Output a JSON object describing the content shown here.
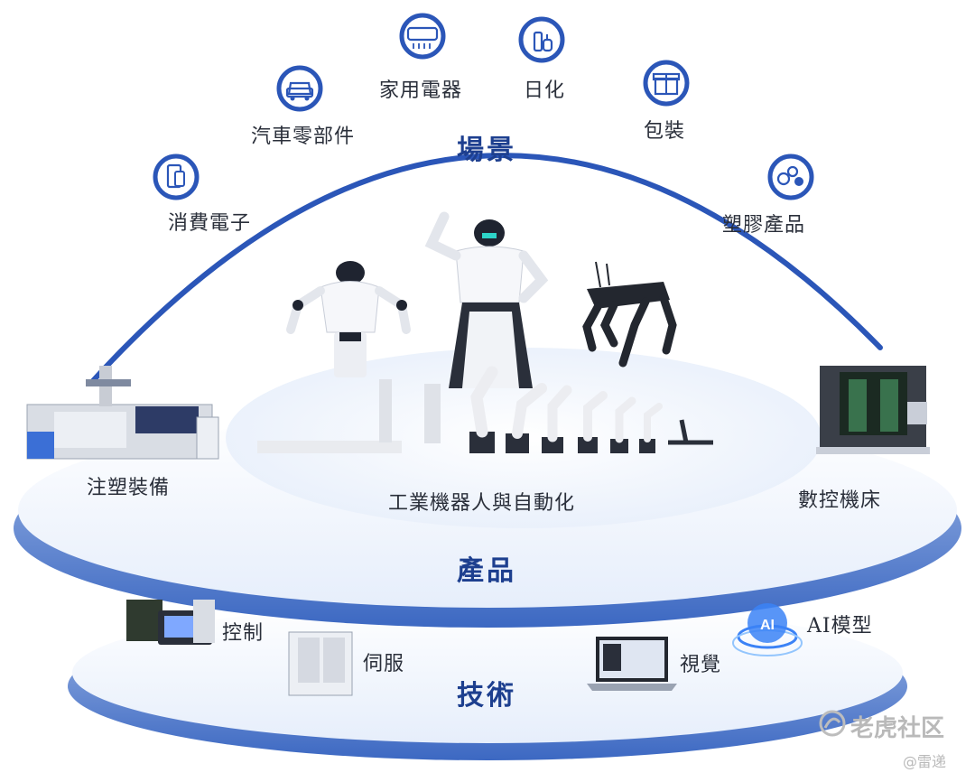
{
  "tiers": {
    "scene_title": "場景",
    "product_title": "產品",
    "tech_title": "技術"
  },
  "scenes": [
    {
      "label": "消費電子",
      "icon": "smartphone-icon"
    },
    {
      "label": "汽車零部件",
      "icon": "car-icon"
    },
    {
      "label": "家用電器",
      "icon": "air-conditioner-icon"
    },
    {
      "label": "日化",
      "icon": "bottle-icon"
    },
    {
      "label": "包裝",
      "icon": "gift-box-icon"
    },
    {
      "label": "塑膠產品",
      "icon": "gears-icon"
    }
  ],
  "products": {
    "injection": "注塑裝備",
    "robots": "工業機器人與自動化",
    "cnc": "數控機床"
  },
  "technologies": {
    "control": "控制",
    "servo": "伺服",
    "vision": "視覺",
    "ai": "AI模型"
  },
  "colors": {
    "arc_blue": "#2b56b8",
    "title_blue": "#1d3f8f",
    "disc_light": "#eef3fb",
    "disc_edge": "#5d86cf"
  },
  "watermark": {
    "brand": "老虎社区",
    "handle": "@雷递"
  }
}
